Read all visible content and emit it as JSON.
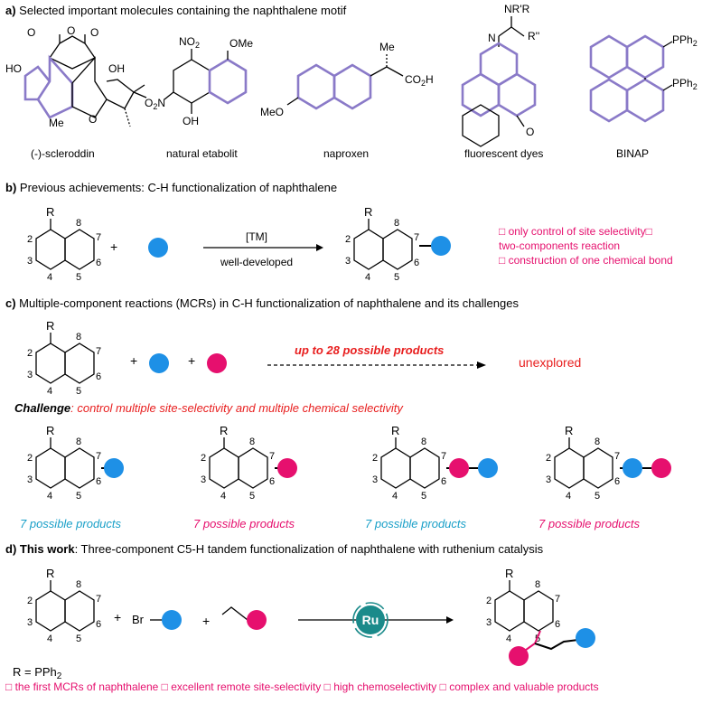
{
  "colors": {
    "ring_highlight": "#8a7ac8",
    "component_blue": "#1e90e6",
    "component_pink": "#e6106e",
    "warning_red": "#e81e1e",
    "highlight_pink": "#e6106e",
    "teal_text": "#1aa0c8",
    "ru_badge": "#1a8a8a"
  },
  "section_a": {
    "letter": "a)",
    "title": " Selected important molecules containing the naphthalene motif",
    "molecules": [
      {
        "name": "(-)-scleroddin",
        "labels": [
          "HO",
          "OH",
          "Me",
          "O"
        ]
      },
      {
        "name": "natural etabolit",
        "labels": [
          "NO",
          "2",
          "OMe",
          "O",
          "2",
          "N",
          "OH"
        ]
      },
      {
        "name": "naproxen",
        "labels": [
          "MeO",
          "Me",
          "CO",
          "2",
          "H"
        ]
      },
      {
        "name": "fluorescent dyes",
        "labels": [
          "NR'R",
          "N",
          "R''",
          "O"
        ]
      },
      {
        "name": "BINAP",
        "labels": [
          "PPh",
          "2",
          "PPh",
          "2"
        ]
      }
    ]
  },
  "section_b": {
    "letter": "b)",
    "title": " Previous achievements: C-H  functionalization of naphthalene",
    "reagent": "[TM]",
    "condition": "well-developed",
    "plus": "+",
    "notes": [
      "□ only control of site selectivity□",
      "two-components reaction",
      "□ construction of one chemical bond"
    ]
  },
  "section_c": {
    "letter": "c)",
    "title": " Multiple-component reactions (MCRs) in C-H  functionalization of naphthalene and its challenges",
    "arrow_label": "up to 28 possible products",
    "result": "unexplored",
    "plus": "+",
    "challenge_label": "Challenge",
    "challenge_text": ": control multiple site-selectivity and multiple chemical selectivity",
    "cases": [
      "7 possible products",
      "7 possible products",
      "7 possible products",
      "7 possible products"
    ]
  },
  "section_d": {
    "letter": "d) This work",
    "title": ": Three-component C5-H tandem functionalization of naphthalene with ruthenium catalysis",
    "br_label": "Br",
    "plus": "+",
    "catalyst": "Ru",
    "r_definition": "R = PPh",
    "r_subscript": "2",
    "footer": "□ the first MCRs of naphthalene  □ excellent remote site-selectivity  □ high chemoselectivity □ complex and valuable products"
  },
  "naphthalene": {
    "substituent": "R",
    "positions": [
      "2",
      "3",
      "4",
      "5",
      "6",
      "7",
      "8"
    ]
  }
}
